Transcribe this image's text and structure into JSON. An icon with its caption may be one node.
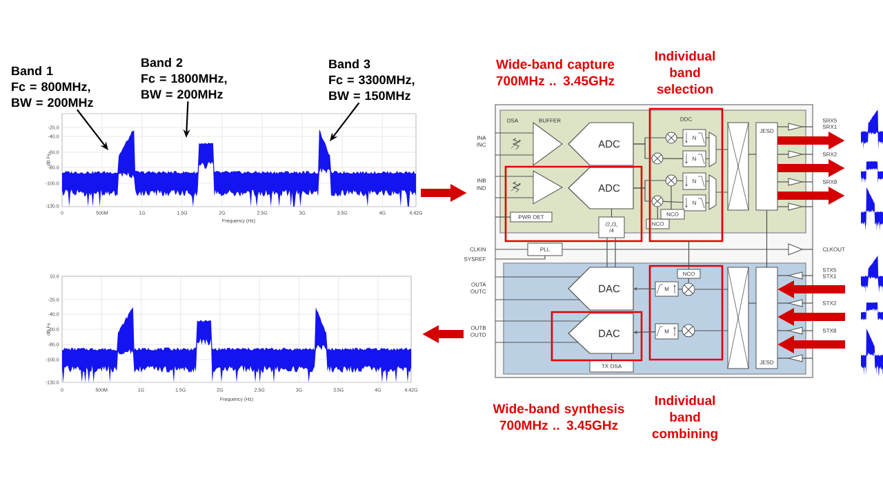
{
  "diagram": {
    "nodes": [
      {
        "text": [],
        "shape": "picture"
      },
      {
        "text": [
          "Band 1",
          "Fc = 800MHz, BW = 200MHz"
        ]
      },
      {
        "text": [
          "Band 2",
          "Fc = 1800MHz, BW = 200MHz"
        ]
      },
      {
        "text": [
          "Band 3",
          "Fc = 3300MHz, BW = 150MHz"
        ]
      },
      {
        "text": [],
        "shape": "picture"
      },
      {
        "text": [],
        "shape": "box"
      },
      {
        "text": [],
        "shape": "box",
        "in": 5
      },
      {
        "text": [],
        "shape": "box",
        "in": 5
      },
      {
        "text": [],
        "shape": "triangle",
        "in": 6
      },
      {
        "text": [
          "ADC"
        ],
        "in": 6
      },
      {
        "text": [],
        "shape": "box",
        "in": 5
      },
      {
        "text": [],
        "shape": "triangle",
        "in": 10
      },
      {
        "text": [
          "ADC"
        ],
        "in": 10
      },
      {
        "text": [
          "PWR DET"
        ],
        "in": 10
      },
      {
        "text": [
          "/2,/3, /4"
        ],
        "in": 10
      },
      {
        "text": [
          "PLL"
        ],
        "in": 5
      },
      {
        "text": [
          "DDC"
        ],
        "in": 5
      },
      {
        "text": [],
        "shape": "circle",
        "in": 16
      },
      {
        "text": [],
        "shape": "circle",
        "in": 16
      },
      {
        "text": [],
        "shape": "circle",
        "in": 16
      },
      {
        "text": [],
        "shape": "circle",
        "in": 16
      },
      {
        "text": [
          "N"
        ],
        "in": 16
      },
      {
        "text": [
          "N"
        ],
        "in": 16
      },
      {
        "text": [
          "N"
        ],
        "in": 16
      },
      {
        "text": [
          "N"
        ],
        "in": 16
      },
      {
        "text": [
          "NCO"
        ],
        "in": 6
      },
      {
        "text": [
          "NCO"
        ],
        "in": 16
      },
      {
        "text": [],
        "shape": "box",
        "in": 6
      },
      {
        "text": [
          "JESD"
        ],
        "in": 6
      },
      {
        "text": [],
        "shape": "box",
        "in": 7
      },
      {
        "text": [
          "DAC"
        ],
        "in": 7
      },
      {
        "text": [],
        "shape": "box",
        "in": 7
      },
      {
        "text": [
          "DAC"
        ],
        "in": 31
      },
      {
        "text": [
          "NCO"
        ],
        "in": 29
      },
      {
        "text": [
          "M"
        ],
        "in": 29
      },
      {
        "text": [
          "M"
        ],
        "in": 29
      },
      {
        "text": [],
        "shape": "circle",
        "in": 29
      },
      {
        "text": [],
        "shape": "circle",
        "in": 29
      },
      {
        "text": [],
        "shape": "box",
        "in": 7
      },
      {
        "text": [
          "JESD"
        ],
        "in": 7
      },
      {
        "text": [
          "TX DSA"
        ],
        "in": 7
      },
      {
        "text": [],
        "shape": "picture"
      },
      {
        "text": [],
        "shape": "picture"
      },
      {
        "text": [],
        "shape": "picture"
      },
      {
        "text": [],
        "shape": "picture"
      },
      {
        "text": [],
        "shape": "picture"
      },
      {
        "text": [],
        "shape": "picture"
      },
      {
        "text": [],
        "shape": "triangle",
        "in": 6
      },
      {
        "text": [],
        "shape": "triangle",
        "in": 6
      },
      {
        "text": [],
        "shape": "triangle",
        "in": 6
      },
      {
        "text": [],
        "shape": "triangle",
        "in": 6
      },
      {
        "text": [],
        "shape": "triangle",
        "in": 5
      },
      {
        "text": [],
        "shape": "triangle",
        "in": 7
      },
      {
        "text": [],
        "shape": "triangle",
        "in": 7
      },
      {
        "text": [],
        "shape": "triangle",
        "in": 7
      },
      {
        "text": [],
        "shape": "triangle",
        "in": 7
      }
    ],
    "edges": [
      {
        "from": 0,
        "to": 5,
        "arrow": "to",
        "style": "thick",
        "color": "#d40000"
      },
      {
        "from": 5,
        "to": 4,
        "arrow": "to",
        "style": "thick",
        "color": "#d40000"
      },
      {
        "from": 1,
        "to": 0,
        "arrow": "to",
        "color": "#000000"
      },
      {
        "from": 2,
        "to": 0,
        "arrow": "to",
        "color": "#000000"
      },
      {
        "from": 3,
        "to": 0,
        "arrow": "to",
        "color": "#000000"
      },
      {
        "from": 28,
        "to": 41,
        "arrow": "to",
        "style": "thick",
        "color": "#d40000"
      },
      {
        "from": 28,
        "to": 42,
        "arrow": "to",
        "style": "thick",
        "color": "#d40000"
      },
      {
        "from": 28,
        "to": 43,
        "arrow": "to",
        "style": "thick",
        "color": "#d40000"
      },
      {
        "from": 44,
        "to": 39,
        "arrow": "to",
        "style": "thick",
        "color": "#d40000"
      },
      {
        "from": 45,
        "to": 39,
        "arrow": "to",
        "style": "thick",
        "color": "#d40000"
      },
      {
        "from": 46,
        "to": 39,
        "arrow": "to",
        "style": "thick",
        "color": "#d40000"
      },
      {
        "from": 9,
        "to": 17,
        "arrow": "none"
      },
      {
        "from": 9,
        "to": 18,
        "arrow": "none"
      },
      {
        "from": 12,
        "to": 19,
        "arrow": "none"
      },
      {
        "from": 12,
        "to": 20,
        "arrow": "none"
      },
      {
        "from": 17,
        "to": 21,
        "arrow": "none"
      },
      {
        "from": 18,
        "to": 22,
        "arrow": "none"
      },
      {
        "from": 19,
        "to": 23,
        "arrow": "none"
      },
      {
        "from": 20,
        "to": 24,
        "arrow": "none"
      },
      {
        "from": 34,
        "to": 30,
        "arrow": "to"
      },
      {
        "from": 35,
        "to": 32,
        "arrow": "to"
      },
      {
        "from": 36,
        "to": 34,
        "arrow": "none"
      },
      {
        "from": 37,
        "to": 35,
        "arrow": "none"
      },
      {
        "from": 14,
        "to": 12,
        "arrow": "none"
      },
      {
        "from": 33,
        "to": 36,
        "arrow": "none"
      },
      {
        "from": 26,
        "to": 19,
        "arrow": "none"
      },
      {
        "from": 25,
        "to": 20,
        "arrow": "none"
      },
      {
        "from": 36,
        "to": 38,
        "arrow": "none"
      },
      {
        "from": 37,
        "to": 38,
        "arrow": "none"
      },
      {
        "from": 27,
        "to": 28,
        "arrow": "none"
      },
      {
        "from": 38,
        "to": 39,
        "arrow": "none"
      },
      {
        "from": 28,
        "to": 39,
        "arrow": "none"
      },
      {
        "from": 5,
        "to": 8,
        "arrow": "none"
      },
      {
        "from": 5,
        "to": 8,
        "arrow": "none"
      },
      {
        "from": 5,
        "to": 11,
        "arrow": "none"
      },
      {
        "from": 5,
        "to": 11,
        "arrow": "none"
      },
      {
        "from": 5,
        "to": 13,
        "arrow": "none"
      },
      {
        "from": 5,
        "to": 15,
        "arrow": "none"
      },
      {
        "from": 5,
        "to": 15,
        "arrow": "none"
      },
      {
        "from": 15,
        "to": 51,
        "arrow": "none"
      },
      {
        "from": 51,
        "to": 5,
        "arrow": "none"
      },
      {
        "from": 28,
        "to": 47,
        "arrow": "none"
      },
      {
        "from": 28,
        "to": 48,
        "arrow": "none"
      },
      {
        "from": 28,
        "to": 49,
        "arrow": "none"
      },
      {
        "from": 28,
        "to": 50,
        "arrow": "none"
      },
      {
        "from": 47,
        "to": 5,
        "arrow": "none"
      },
      {
        "from": 48,
        "to": 5,
        "arrow": "none"
      },
      {
        "from": 49,
        "to": 5,
        "arrow": "none"
      },
      {
        "from": 50,
        "to": 5,
        "arrow": "none"
      },
      {
        "from": 5,
        "to": 30,
        "arrow": "none"
      },
      {
        "from": 5,
        "to": 30,
        "arrow": "none"
      },
      {
        "from": 5,
        "to": 32,
        "arrow": "none"
      },
      {
        "from": 5,
        "to": 32,
        "arrow": "none"
      },
      {
        "from": 5,
        "to": 52,
        "arrow": "none"
      },
      {
        "from": 5,
        "to": 53,
        "arrow": "none"
      },
      {
        "from": 5,
        "to": 54,
        "arrow": "none"
      },
      {
        "from": 5,
        "to": 55,
        "arrow": "none"
      },
      {
        "from": 52,
        "to": 39,
        "arrow": "none"
      },
      {
        "from": 53,
        "to": 39,
        "arrow": "none"
      },
      {
        "from": 54,
        "to": 39,
        "arrow": "none"
      },
      {
        "from": 55,
        "to": 39,
        "arrow": "none"
      },
      {
        "from": 14,
        "to": 30,
        "arrow": "none"
      },
      {
        "from": 14,
        "to": 30,
        "arrow": "none"
      },
      {
        "from": 16,
        "to": 33,
        "arrow": "none"
      },
      {
        "from": 32,
        "to": 40,
        "arrow": "none"
      }
    ],
    "labels": [
      "DSA",
      "BUFFER",
      "INA",
      "INC",
      "INB",
      "IND",
      "CLKIN",
      "SYSREF",
      "OUTA",
      "OUTC",
      "OUTB",
      "OUTD",
      "SRX5",
      "SRX1",
      "SRX2",
      "SRX8",
      "CLKOUT",
      "STX5",
      "STX1",
      "STX2",
      "STX8",
      "Wide-band capture 700MHz .. 3.45GHz",
      "Individual band selection",
      "Wide-band synthesis 700MHz .. 3.45GHz",
      "Individual band combining",
      "-20.0",
      "-40.0",
      "-60.0",
      "-80.0",
      "-100.0",
      "-130.0",
      "0",
      "500M",
      "1G",
      "1.5G",
      "2G",
      "2.5G",
      "3G",
      "3.5G",
      "4G",
      "4.42G",
      "dB Fs",
      "Frequency (Hz)",
      "10.0",
      "-20.0",
      "-40.0",
      "-60.0",
      "-80.0",
      "-100.0",
      "-130.0",
      "0",
      "500M",
      "1G",
      "1.5G",
      "2G",
      "2.5G",
      "3G",
      "3.5G",
      "4G",
      "4.42G",
      "dB Fs",
      "Frequency (Hz)"
    ]
  }
}
